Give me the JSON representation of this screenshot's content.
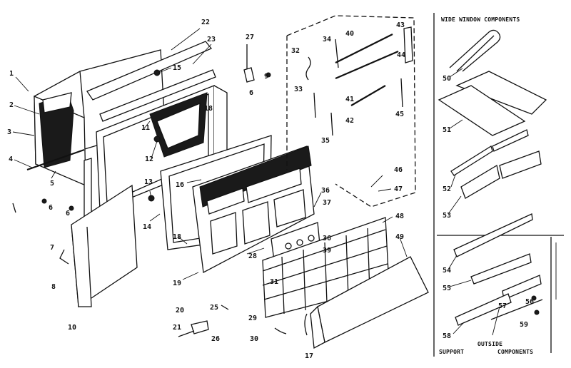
{
  "headers": {
    "wide_window": "WIDE WINDOW COMPONENTS",
    "support": "SUPPORT",
    "outside": "OUTSIDE",
    "components": "COMPONENTS"
  },
  "callouts": {
    "c1": "1",
    "c2": "2",
    "c3": "3",
    "c4": "4",
    "c5": "5",
    "c6": "6",
    "c6b": "6",
    "c6c": "6",
    "c7": "7",
    "c8": "8",
    "c9": "9",
    "c10": "10",
    "c11": "11",
    "c12": "12",
    "c13": "13",
    "c14": "14",
    "c15": "15",
    "c16": "16",
    "c17": "17",
    "c18": "18",
    "c18b": "18",
    "c19": "19",
    "c20": "20",
    "c21": "21",
    "c22": "22",
    "c23": "23",
    "c25": "25",
    "c26": "26",
    "c27": "27",
    "c28": "28",
    "c29": "29",
    "c30": "30",
    "c31": "31",
    "c32": "32",
    "c33": "33",
    "c34": "34",
    "c35": "35",
    "c36": "36",
    "c36b": "36",
    "c37": "37",
    "c39": "39",
    "c40": "40",
    "c41": "41",
    "c42": "42",
    "c43": "43",
    "c44": "44",
    "c45": "45",
    "c46": "46",
    "c47": "47",
    "c48": "48",
    "c49": "49",
    "c50": "50",
    "c51": "51",
    "c52": "52",
    "c53": "53",
    "c54": "54",
    "c55": "55",
    "c56": "56",
    "c57": "57",
    "c58": "58",
    "c59": "59"
  }
}
